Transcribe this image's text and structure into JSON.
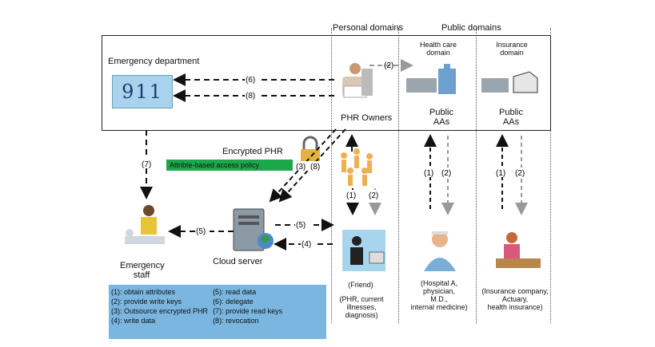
{
  "headers": {
    "personal": "Personal domains",
    "public": "Public domains"
  },
  "emergency": {
    "dept_label": "Emergency department",
    "number": "911",
    "staff_label": "Emergency\nstaff"
  },
  "phr_owners": "PHR Owners",
  "health_domain": "Health care\ndomain",
  "insurance_domain": "Insurance\ndomain",
  "public_aas": "Public\nAAs",
  "encrypted_phr": "Encrypted PHR",
  "policy": "Attribte-based access policy",
  "cloud_server": "Cloud server",
  "arrow_labels": {
    "a2_top": "(2)",
    "a6": "(6)",
    "a8_top": "(8)",
    "a7": "(7)",
    "a3": "(3)",
    "a8_mid": "(8)",
    "a5_left": "(5)",
    "a5_right": "(5)",
    "a4": "(4)",
    "p1": "(1)",
    "p2": "(2)",
    "h1": "(1)",
    "h2": "(2)",
    "i1": "(1)",
    "i2": "(2)"
  },
  "users": {
    "friend": "(Friend)",
    "friend_note": "(PHR, current\nillnesses,\ndiagnosis)",
    "hospital": "(Hospital A,\nphysician,\nM.D.,\ninternal medicine)",
    "insurance": "(Insurance company,\nActuary,\nhealth insurance)"
  },
  "legend": [
    [
      "(1): obtain attributes",
      "(5): read data"
    ],
    [
      "(2): provide write keys",
      "(6): delegate"
    ],
    [
      "(3): Outsource encrypted PHR",
      "(7): provide read keys"
    ],
    [
      "(4): write data",
      "(8): revocation"
    ]
  ],
  "colors": {
    "panel_911": "#a8d2ee",
    "policy_bar": "#1aa84a",
    "legend_bg": "#7ab6e0"
  }
}
